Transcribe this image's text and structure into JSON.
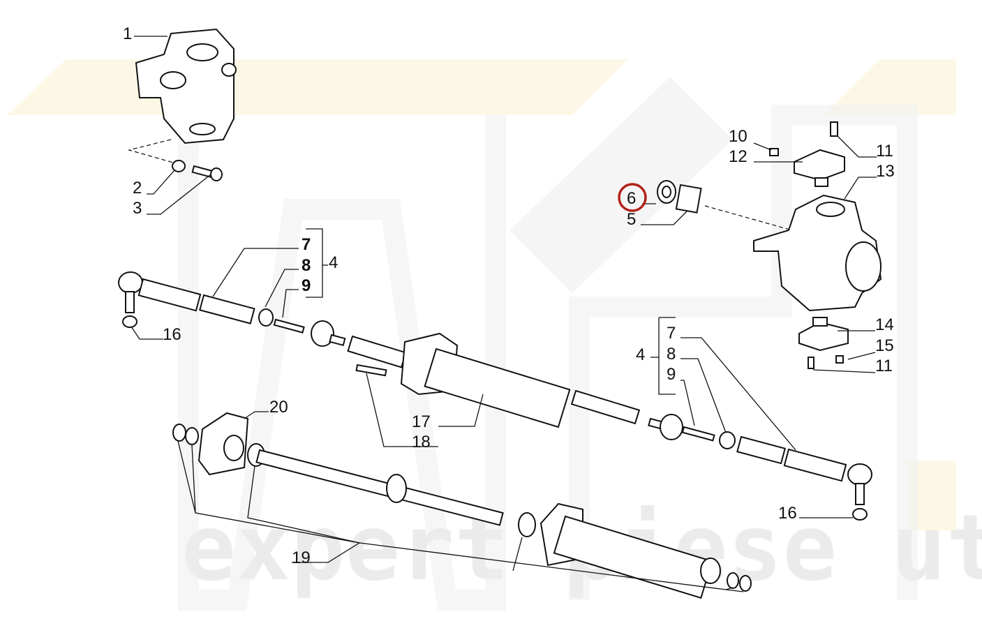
{
  "diagram": {
    "watermark": "expert piese utilaje",
    "highlight_color": "#b0231a",
    "highlighted_callout": "6",
    "callouts": {
      "c1": "1",
      "c2": "2",
      "c3": "3",
      "c7a": "7",
      "c8a": "8",
      "c9a": "9",
      "c4a": "4",
      "c16a": "16",
      "c10": "10",
      "c12": "12",
      "c11a": "11",
      "c13": "13",
      "c6": "6",
      "c5": "5",
      "c14": "14",
      "c15": "15",
      "c11b": "11",
      "c4b": "4",
      "c7b": "7",
      "c8b": "8",
      "c9b": "9",
      "c17": "17",
      "c18": "18",
      "c20": "20",
      "c19": "19",
      "c16b": "16"
    }
  }
}
